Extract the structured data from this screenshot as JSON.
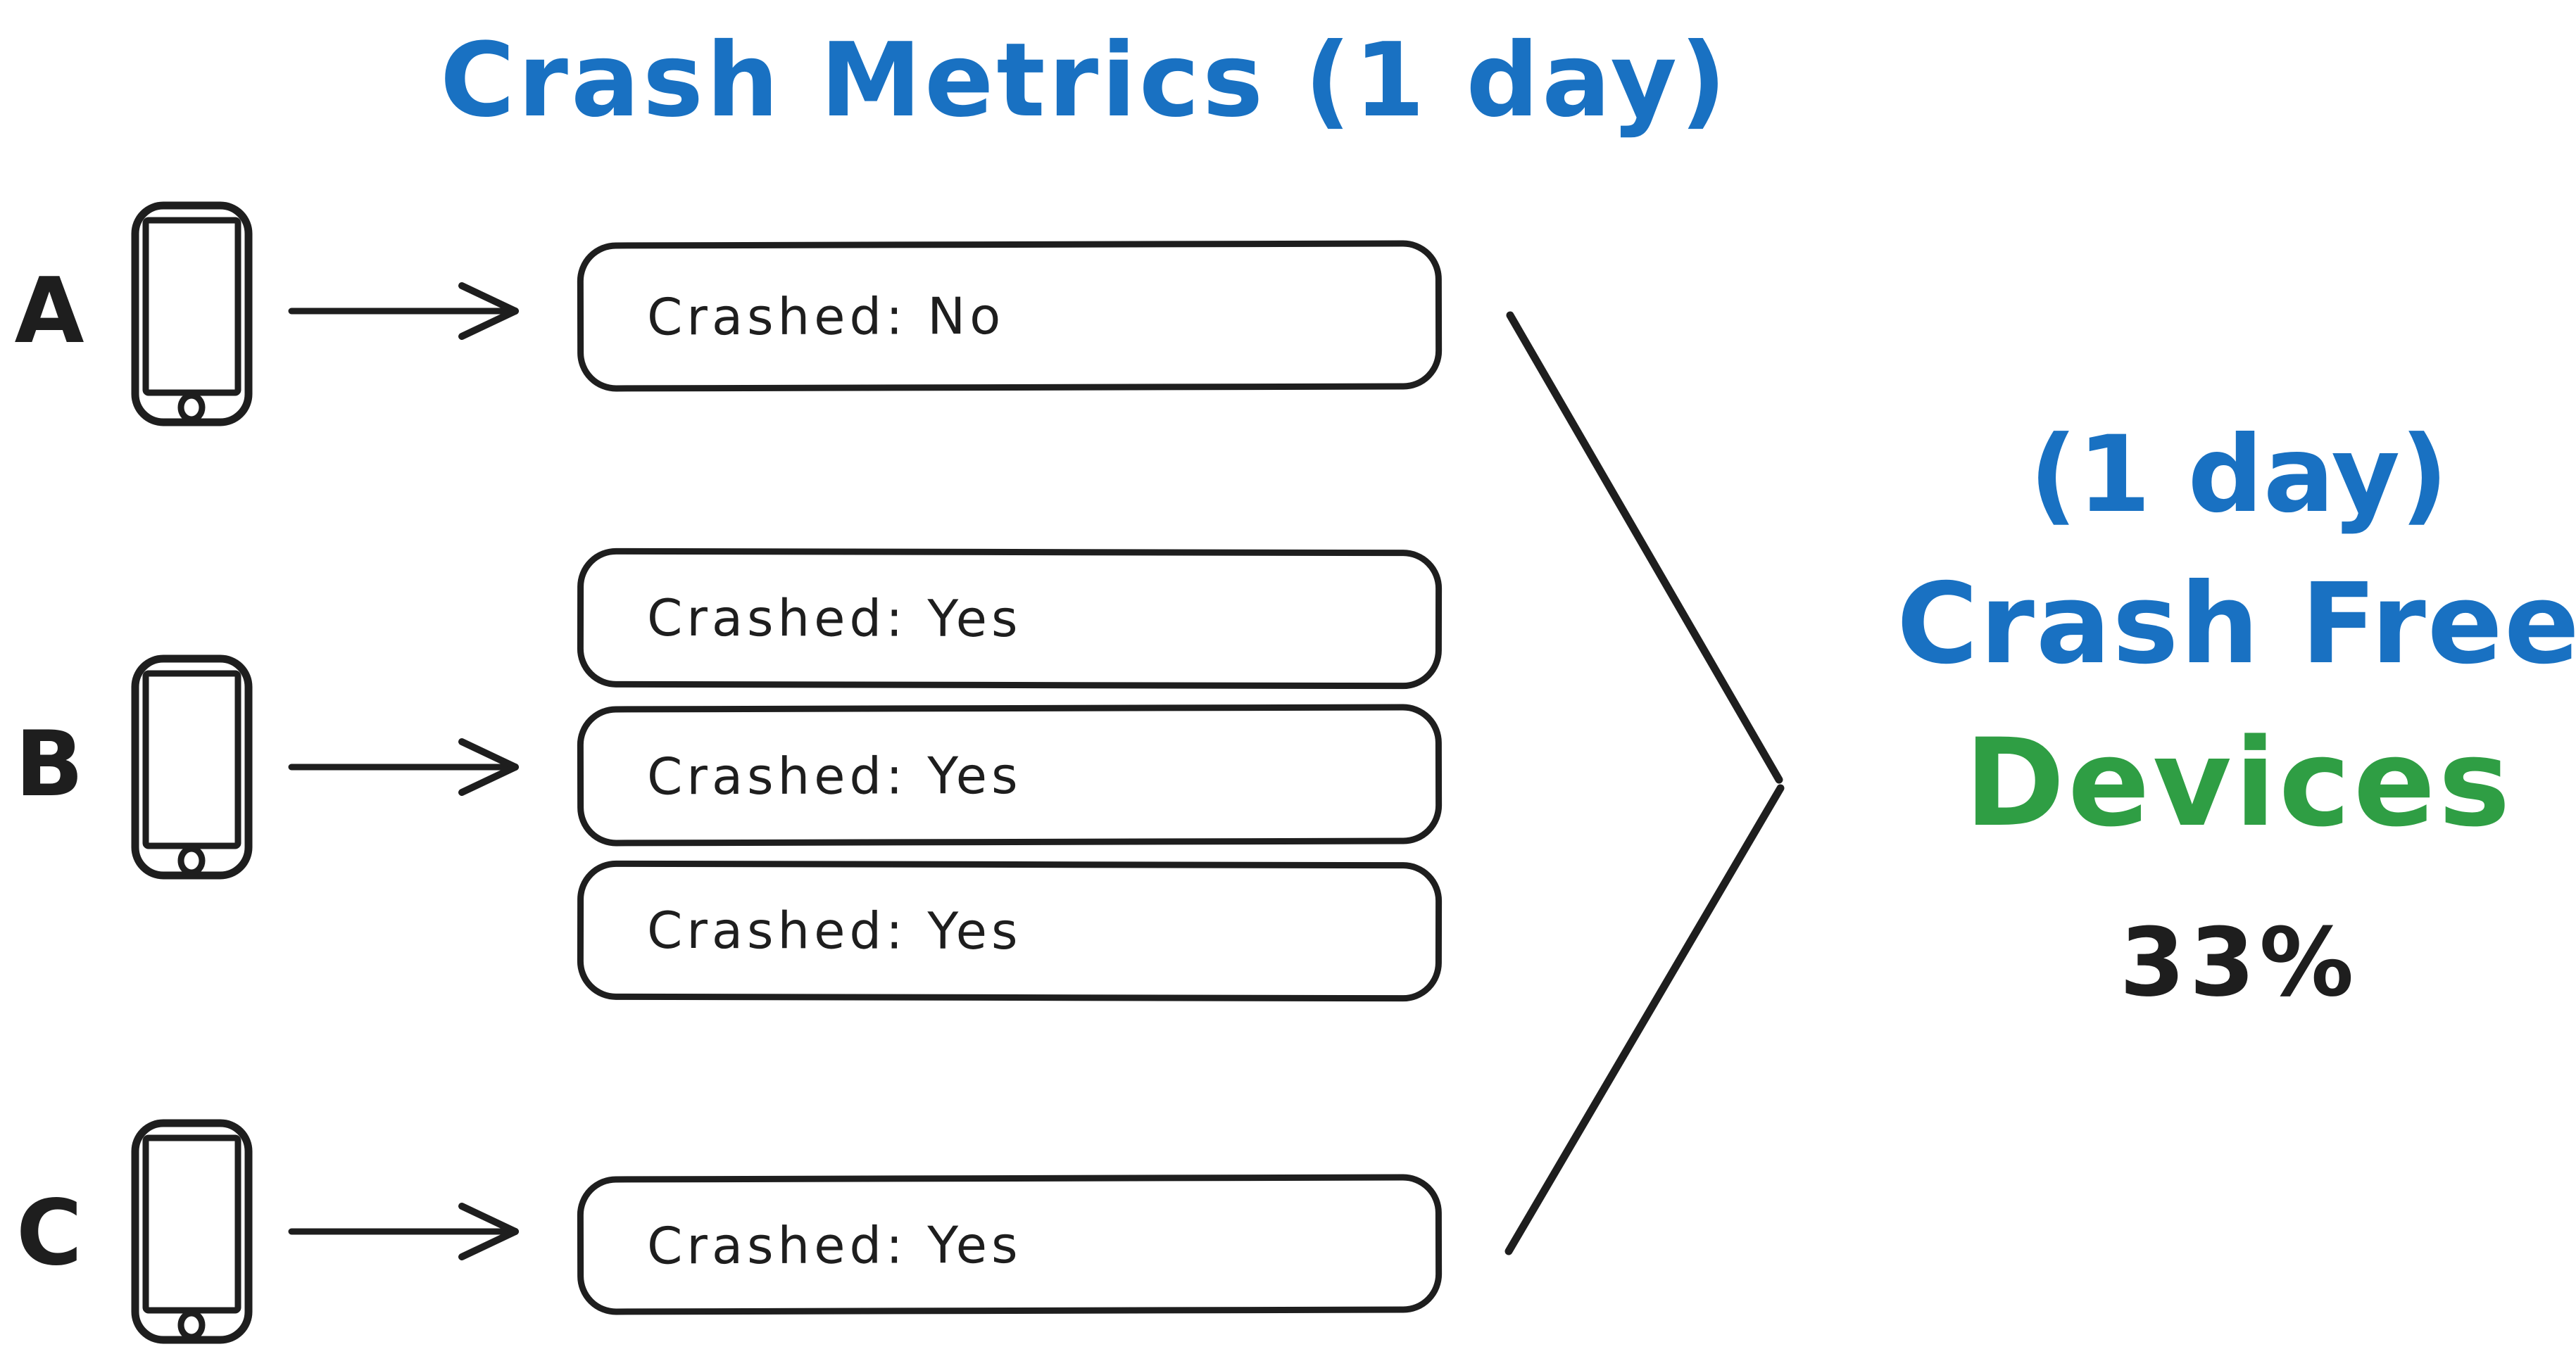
{
  "title": "Crash Metrics (1 day)",
  "colors": {
    "accent_blue": "#1971c2",
    "accent_green": "#2f9e44",
    "ink": "#1e1e1e",
    "background": "#ffffff"
  },
  "devices": [
    {
      "label": "A",
      "sessions": [
        "Crashed: No"
      ]
    },
    {
      "label": "B",
      "sessions": [
        "Crashed: Yes",
        "Crashed: Yes",
        "Crashed: Yes"
      ]
    },
    {
      "label": "C",
      "sessions": [
        "Crashed: Yes"
      ]
    }
  ],
  "result": {
    "line1": "(1 day)",
    "line2": "Crash Free",
    "line3": "Devices",
    "value": "33%"
  }
}
